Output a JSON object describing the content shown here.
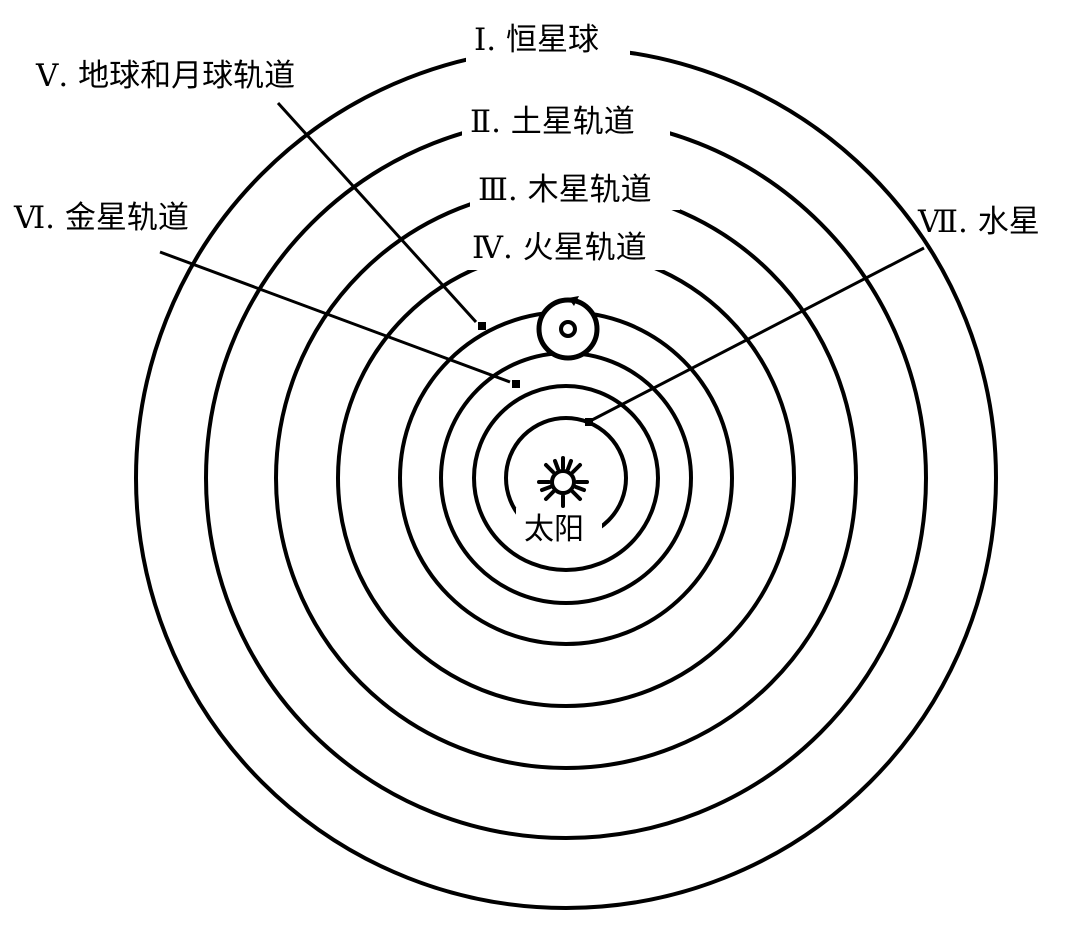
{
  "diagram": {
    "labels": {
      "sphere_of_fixed_stars": "Ⅰ. 恒星球",
      "saturn_orbit": "Ⅱ. 土星轨道",
      "jupiter_orbit": "Ⅲ. 木星轨道",
      "mars_orbit": "Ⅳ. 火星轨道",
      "earth_moon_orbit": "Ⅴ. 地球和月球轨道",
      "venus_orbit": "Ⅵ. 金星轨道",
      "mercury": "Ⅶ. 水星",
      "sun": "太阳"
    },
    "colors": {
      "ink": "#000000",
      "background": "#ffffff"
    }
  }
}
